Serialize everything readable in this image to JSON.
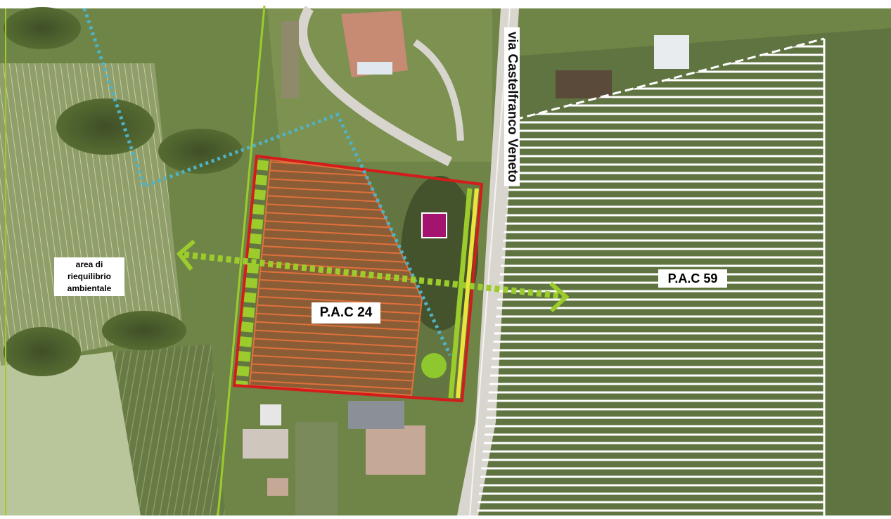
{
  "labels": {
    "pac24": "P.A.C 24",
    "pac59": "P.A.C 59",
    "area_line1": "area di",
    "area_line2": "riequilibrio",
    "area_line3": "ambientale",
    "road": "via Castelfranco Veneto"
  },
  "colors": {
    "boundary_red": "#d41c1c",
    "hatch_orange": "#e0703a",
    "green_arrow": "#9ccc2c",
    "dotted_blue": "#4fb3c8",
    "magenta_square": "#a3136f",
    "green_circle": "#8fc72e",
    "yellow_strip": "#ece43c",
    "white_hatch": "#ffffff",
    "field_green": "#7f8f52",
    "road_gray": "#d9d6cf"
  },
  "icons": {
    "magenta_square": "square-marker-icon",
    "green_circle": "circle-marker-icon",
    "arrows": "double-arrow-icon"
  }
}
